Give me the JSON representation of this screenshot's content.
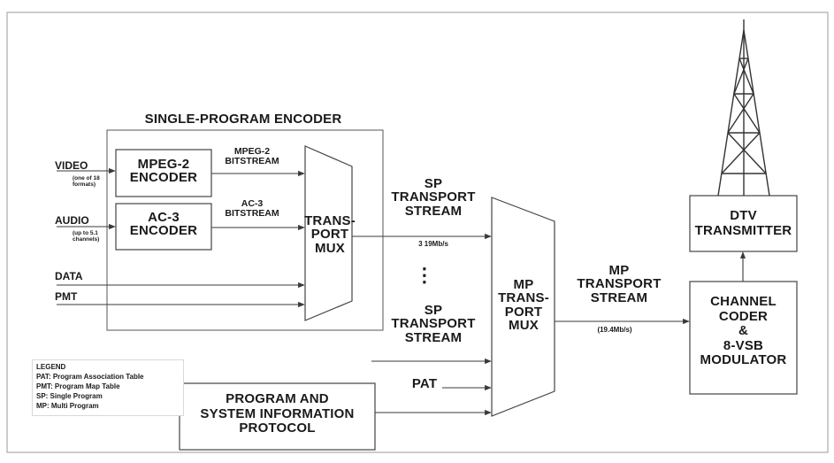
{
  "section_title": "SINGLE-PROGRAM ENCODER",
  "inputs": {
    "video": "VIDEO",
    "video_note": "(one of 18\nformats)",
    "audio": "AUDIO",
    "audio_note": "(up to 5.1\nchannels)",
    "data": "DATA",
    "pmt": "PMT"
  },
  "blocks": {
    "mpeg2_encoder": "MPEG-2\nENCODER",
    "ac3_encoder": "AC-3\nENCODER",
    "transport_mux": "TRANS-\nPORT\nMUX",
    "mp_transport_mux": "MP\nTRANS-\nPORT\nMUX",
    "program_system_info": "PROGRAM AND\nSYSTEM INFORMATION\nPROTOCOL",
    "channel_coder": "CHANNEL\nCODER\n&\n8-VSB\nMODULATOR",
    "dtv_transmitter": "DTV\nTRANSMITTER"
  },
  "labels": {
    "mpeg2_bitstream": "MPEG-2\nBITSTREAM",
    "ac3_bitstream": "AC-3\nBITSTREAM",
    "sp_transport_stream_1": "SP\nTRANSPORT\nSTREAM",
    "sp_rate": "3   19Mb/s",
    "ellipsis": "⋮",
    "sp_transport_stream_2": "SP\nTRANSPORT\nSTREAM",
    "pat": "PAT",
    "mp_transport_stream": "MP\nTRANSPORT\nSTREAM",
    "mp_rate": "(19.4Mb/s)"
  },
  "legend": {
    "title": "LEGEND",
    "items": [
      "PAT: Program Association Table",
      "PMT: Program Map Table",
      "SP: Single Program",
      "MP: Multi Program"
    ]
  },
  "colors": {
    "line": "#3a3a3a",
    "text": "#1a1a1a",
    "frame": "#9a9a9a"
  }
}
